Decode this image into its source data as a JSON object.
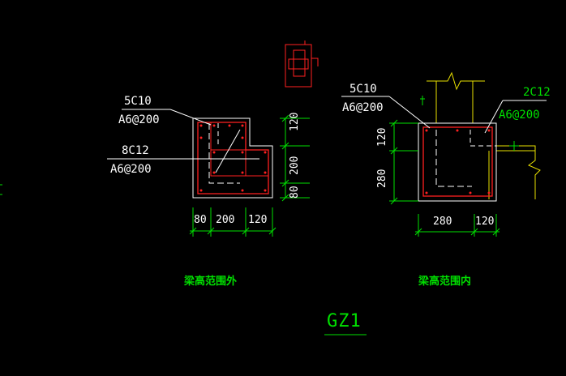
{
  "colors": {
    "background": "#000000",
    "rebar": "#ff2020",
    "concrete": "#ffffff",
    "dimension": "#00e000",
    "text_white": "#ffffff",
    "text_green": "#00e000",
    "beam_yellow": "#e8e000",
    "stirrup": "#ff2020"
  },
  "left_detail": {
    "label_1": "5C10",
    "label_2": "A6@200",
    "label_3": "8C12",
    "label_4": "A6@200",
    "dim_vertical": [
      "120",
      "200",
      "80"
    ],
    "dim_horizontal": [
      "80",
      "200",
      "120"
    ],
    "caption": "梁高范围外"
  },
  "right_detail": {
    "label_1": "5C10",
    "label_2": "A6@200",
    "label_3": "2C12",
    "label_4": "A6@200",
    "dim_vertical": [
      "120",
      "280"
    ],
    "dim_horizontal": [
      "280",
      "120"
    ],
    "caption": "梁高范围内"
  },
  "title": "GZ1",
  "legend_icon": "stirrup-cross-icon"
}
